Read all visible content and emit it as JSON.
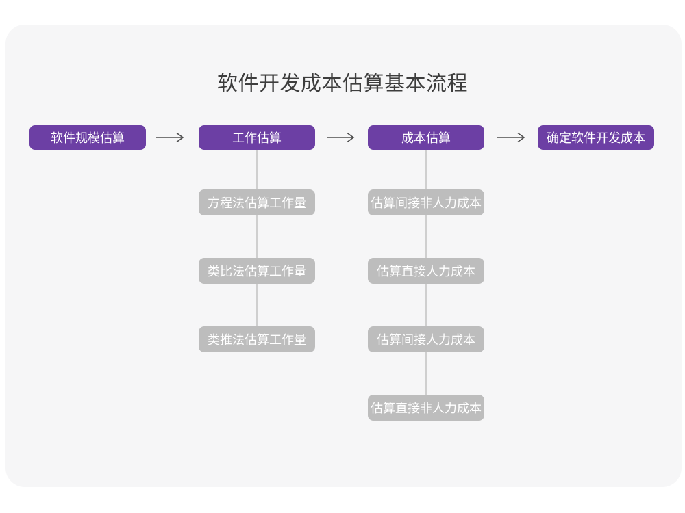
{
  "title": "软件开发成本估算基本流程",
  "colors": {
    "accent_purple": "#6c3fa4",
    "sub_node_gray": "#bdbdbd",
    "connector_gray": "#cfcfcf",
    "arrow_dark": "#4d4d4d",
    "card_background": "#f6f6f7",
    "page_background": "#ffffff",
    "title_text": "#3d3d3d",
    "node_text": "#ffffff"
  },
  "flow": {
    "main_nodes": [
      {
        "label": "软件规模估算"
      },
      {
        "label": "工作估算"
      },
      {
        "label": "成本估算"
      },
      {
        "label": "确定软件开发成本"
      }
    ],
    "sub_chains": [
      {
        "parent": "工作估算",
        "items": [
          "方程法估算工作量",
          "类比法估算工作量",
          "类推法估算工作量"
        ]
      },
      {
        "parent": "成本估算",
        "items": [
          "估算间接非人力成本",
          "估算直接人力成本",
          "估算间接人力成本",
          "估算直接非人力成本"
        ]
      }
    ]
  }
}
